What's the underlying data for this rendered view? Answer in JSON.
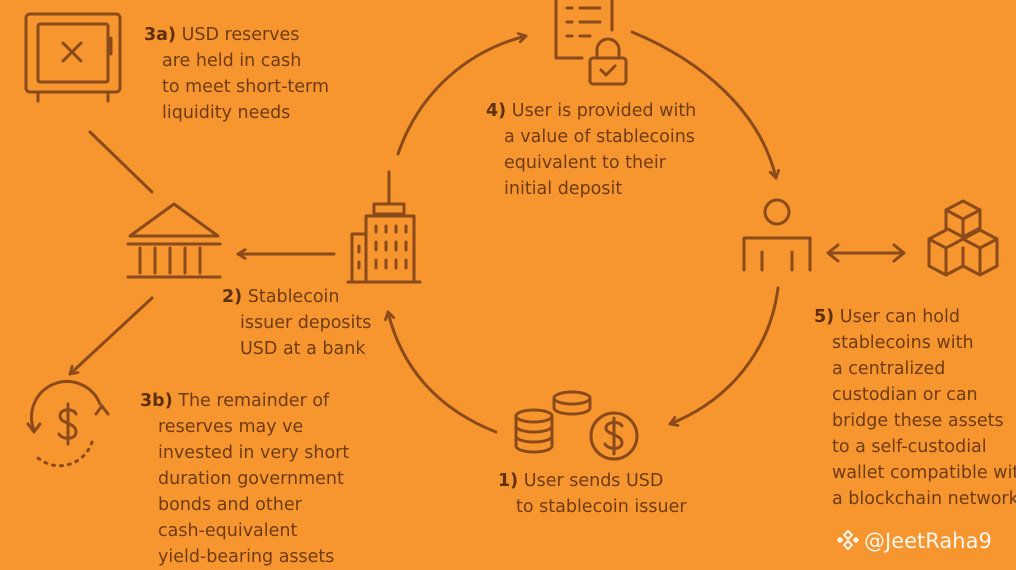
{
  "colors": {
    "background": "#F7962F",
    "stroke": "#8A4A1A",
    "text": "#6E3B12",
    "watermark": "#FFFFFF"
  },
  "icons": [
    "safe-icon",
    "bank-icon",
    "dollar-cycle-icon",
    "office-building-icon",
    "document-lock-icon",
    "coins-stack-icon",
    "dollar-coin-icon",
    "user-icon",
    "blockchain-cubes-icon",
    "double-arrow-icon"
  ],
  "steps": {
    "s3a": {
      "num": "3a)",
      "lines": [
        "USD reserves",
        "are held in cash",
        "to meet short-term",
        "liquidity needs"
      ]
    },
    "s2": {
      "num": "2)",
      "lines": [
        "Stablecoin",
        "issuer deposits",
        "USD at a bank"
      ]
    },
    "s3b": {
      "num": "3b)",
      "lines": [
        "The remainder of",
        "reserves may ve",
        "invested in very short",
        "duration government",
        "bonds and other",
        "cash-equivalent",
        "yield-bearing assets"
      ]
    },
    "s4": {
      "num": "4)",
      "lines": [
        "User is provided with",
        "a value of stablecoins",
        "equivalent to their",
        "initial deposit"
      ]
    },
    "s1": {
      "num": "1)",
      "lines": [
        "User sends USD",
        "to stablecoin issuer"
      ]
    },
    "s5": {
      "num": "5)",
      "lines": [
        "User can hold",
        "stablecoins with",
        "a centralized",
        "custodian or can",
        "bridge these assets",
        "to a self-custodial",
        "wallet compatible with",
        "a blockchain network"
      ]
    }
  },
  "watermark": {
    "text": "@JeetRaha9"
  }
}
